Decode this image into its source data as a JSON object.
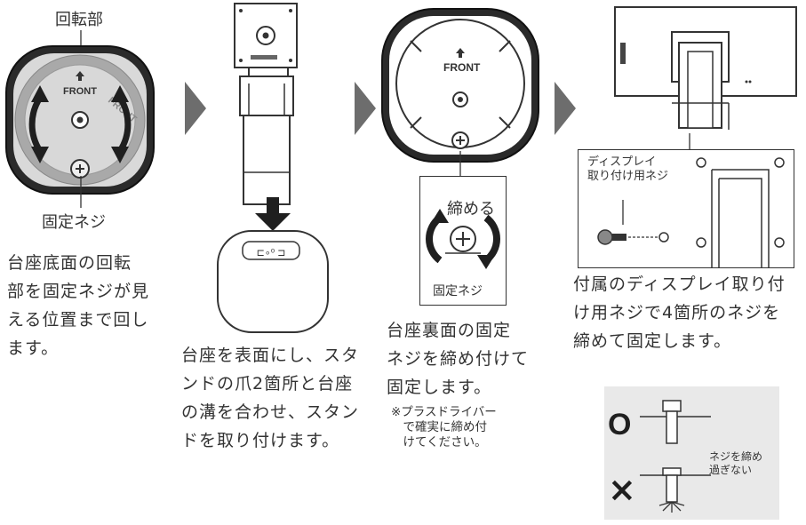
{
  "step1": {
    "top_label": "回転部",
    "front_label": "FRONT",
    "bottom_label": "固定ネジ",
    "caption": "台座底面の回転\n部を固定ネジが見\nえる位置まで回し\nます。"
  },
  "step2": {
    "caption": "台座を表面にし、スタ\nンドの爪2箇所と台座\nの溝を合わせ、スタン\nドを取り付けます。"
  },
  "step3": {
    "front_label": "FRONT",
    "tighten_label": "締める",
    "screw_label": "固定ネジ",
    "caption": "台座裏面の固定\nネジを締め付けて\n固定します。",
    "note": "※プラスドライバー\n　で確実に締め付\n　けてください。"
  },
  "step4": {
    "callout_label": "ディスプレイ\n取り付け用ネジ",
    "caption": "付属のディスプレイ取り付\nけ用ネジで4箇所のネジを\n締めて固定します。",
    "tip": {
      "ok_mark": "O",
      "ng_mark": "×",
      "warning": "ネジを締め\n過ぎない"
    }
  },
  "colors": {
    "arrow_gray": "#6d6d6d",
    "dark": "#1f1f1f",
    "base_gray": "#a9a9a9",
    "panel_gray": "#e9e9e9"
  }
}
